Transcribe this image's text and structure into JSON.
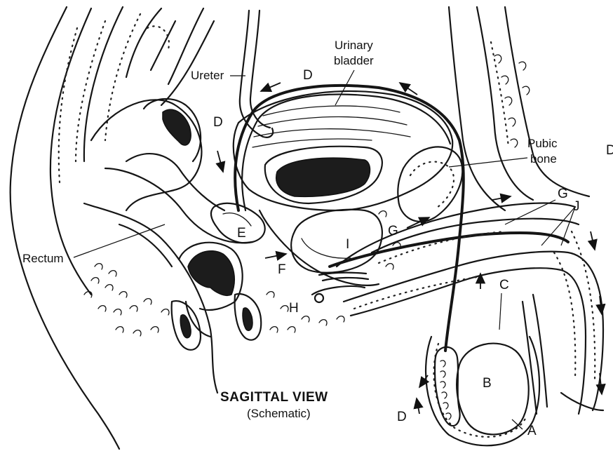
{
  "labels": {
    "urinary_bladder_line1": "Urinary",
    "urinary_bladder_line2": "bladder",
    "ureter": "Ureter",
    "pubic_bone_line1": "Pubic",
    "pubic_bone_line2": "bone",
    "rectum": "Rectum"
  },
  "letters": {
    "A": "A",
    "B": "B",
    "C": "C",
    "D": "D",
    "E": "E",
    "F": "F",
    "G": "G",
    "H": "H",
    "I": "I",
    "J": "J"
  },
  "caption": {
    "title": "SAGITTAL VIEW",
    "subtitle": "(Schematic)"
  }
}
